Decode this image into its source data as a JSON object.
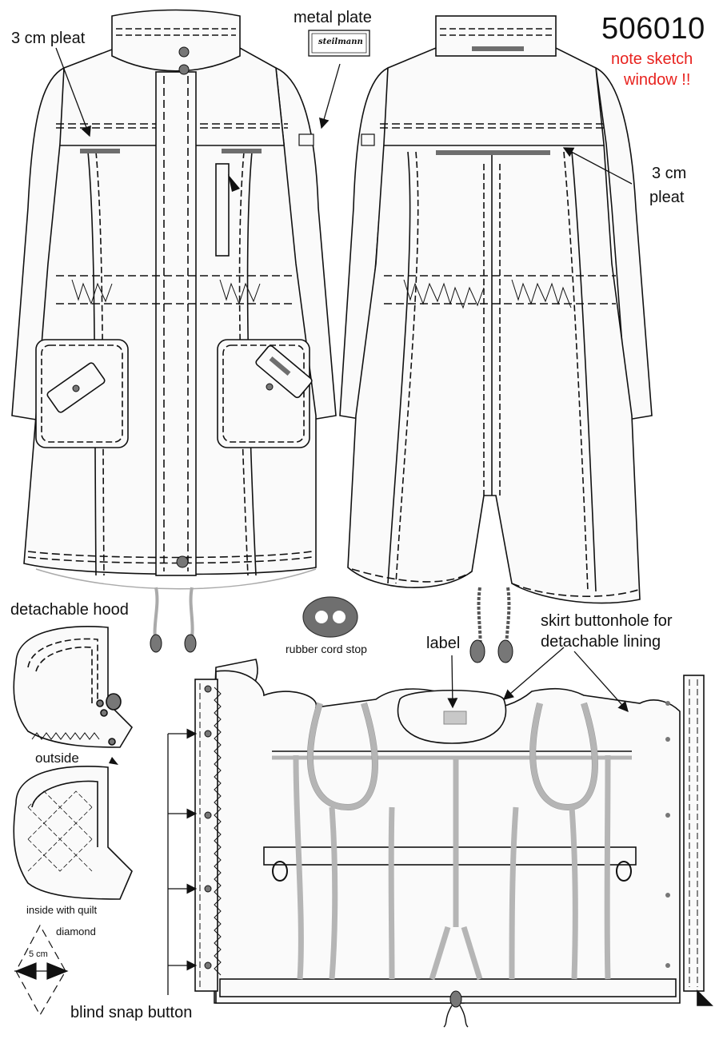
{
  "header": {
    "style_number": "506010",
    "note_line1": "note sketch",
    "note_line2": "window !!"
  },
  "labels": {
    "pleat_front": "3 cm pleat",
    "metal_plate": "metal plate",
    "plate_brand": "steilmann",
    "pleat_back_line1": "3 cm",
    "pleat_back_line2": "pleat",
    "detachable_hood": "detachable hood",
    "rubber_cord_stop": "rubber cord stop",
    "label": "label",
    "skirt_buttonhole_line1": "skirt buttonhole for",
    "skirt_buttonhole_line2": "detachable lining",
    "outside": "outside",
    "inside_with_quilt": "inside with quilt",
    "diamond": "diamond",
    "five_cm": "5 cm",
    "blind_snap_button": "blind snap button"
  },
  "colors": {
    "note": "#e8231f",
    "stroke": "#111111",
    "fill": "#fafafa",
    "tape": "#b5b5b5",
    "button": "#777777",
    "plate": "#6e6e6e"
  }
}
